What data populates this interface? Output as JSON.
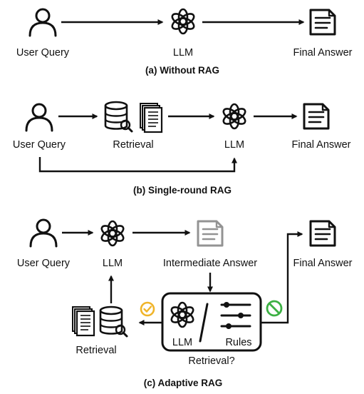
{
  "panel_a": {
    "caption": "(a) Without RAG",
    "user_label": "User Query",
    "llm_label": "LLM",
    "answer_label": "Final Answer"
  },
  "panel_b": {
    "caption": "(b) Single-round RAG",
    "user_label": "User Query",
    "retrieval_label": "Retrieval",
    "llm_label": "LLM",
    "answer_label": "Final Answer"
  },
  "panel_c": {
    "caption": "(c) Adaptive RAG",
    "user_label": "User Query",
    "llm_label": "LLM",
    "intermediate_label": "Intermediate Answer",
    "answer_label": "Final Answer",
    "retrieval_label": "Retrieval",
    "decision_llm_label": "LLM",
    "decision_rules_label": "Rules",
    "decision_label": "Retrieval?"
  },
  "colors": {
    "check": "#F0B429",
    "no": "#3CB043",
    "faded": "#9A9A9A"
  }
}
